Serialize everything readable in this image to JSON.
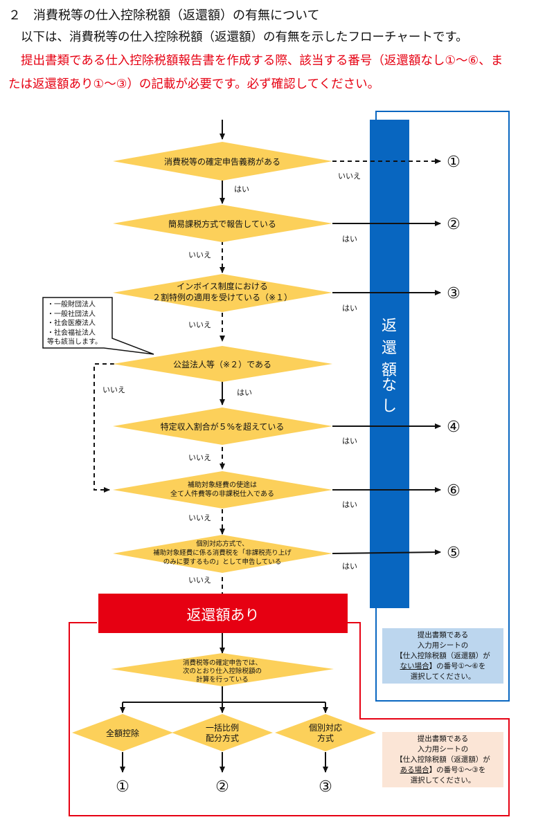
{
  "header": {
    "heading": "２　消費税等の仕入控除税額（返還額）の有無について",
    "intro": "以下は、消費税等の仕入控除税額（返還額）の有無を示したフローチャートです。",
    "notice_line1": "提出書類である仕入控除税額報告書を作成する際、該当する番号（返還額なし①～⑥、ま",
    "notice_line2": "たは返還額あり①～③）の記載が必要です。必ず確認してください。"
  },
  "flow": {
    "q1": "消費税等の確定申告義務がある",
    "q2": "簡易課税方式で報告している",
    "q3_line1": "インボイス制度における",
    "q3_line2": "２割特例の適用を受けている（※１）",
    "q4": "公益法人等（※２）である",
    "q5": "特定収入割合が５%を超えている",
    "q6_line1": "補助対象経費の使途は",
    "q6_line2": "全て人件費等の非課税仕入である",
    "q7_line1": "個別対応方式で、",
    "q7_line2": "補助対象経費に係る消費税を「非課税売り上げ",
    "q7_line3": "のみに要するもの」として申告している",
    "q8_line1": "消費税等の確定申告では、",
    "q8_line2": "次のとおり仕入控除税額の",
    "q8_line3": "計算を行っている",
    "m1": "全額控除",
    "m2_line1": "一括比例",
    "m2_line2": "配分方式",
    "m3_line1": "個別対応",
    "m3_line2": "方式",
    "yes": "はい",
    "no": "いいえ",
    "no_refund_label": "返還額なし",
    "refund_label": "返還額あり",
    "results_no_refund": [
      "①",
      "②",
      "③",
      "④",
      "⑥",
      "⑤"
    ],
    "results_refund": [
      "①",
      "②",
      "③"
    ]
  },
  "callout": {
    "items": [
      "・一般財団法人",
      "・一般社団法人",
      "・社会医療法人",
      "・社会福祉法人"
    ],
    "footer": "等も該当します。"
  },
  "note_no_refund": {
    "line1": "提出書類である",
    "line2": "入力用シートの",
    "line3": "【仕入控除税額（返還額）が",
    "line4_a": "ない場合",
    "line4_b": "】の番号①～⑥を",
    "line5": "選択してください。"
  },
  "note_refund": {
    "line1": "提出書類である",
    "line2": "入力用シートの",
    "line3": "【仕入控除税額（返還額）が",
    "line4_a": "ある場合",
    "line4_b": "】の番号①～③を",
    "line5": "選択してください。"
  },
  "colors": {
    "diamond": "#fcd05a",
    "blue": "#0866c0",
    "red": "#e60012",
    "note_blue_bg": "#bcd6ee",
    "note_peach_bg": "#fbe5d6"
  }
}
